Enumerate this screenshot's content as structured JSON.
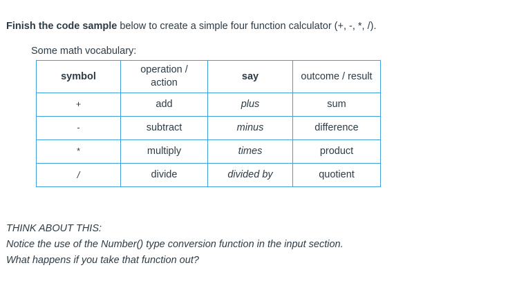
{
  "intro": {
    "bold_part": "Finish the code sample",
    "rest": " below to create a simple four function calculator (+, -, *, /)."
  },
  "vocab_label": "Some math vocabulary:",
  "table": {
    "headers": [
      {
        "text": "symbol",
        "bold": true
      },
      {
        "line1": "operation /",
        "line2": "action",
        "bold": false
      },
      {
        "text": "say",
        "bold": true
      },
      {
        "text": "outcome / result",
        "bold": false
      }
    ],
    "rows": [
      {
        "symbol": "+",
        "operation": "add",
        "say": "plus",
        "outcome": "sum"
      },
      {
        "symbol": "-",
        "operation": "subtract",
        "say": "minus",
        "outcome": "difference"
      },
      {
        "symbol": "*",
        "operation": "multiply",
        "say": "times",
        "outcome": "product"
      },
      {
        "symbol": "/",
        "operation": "divide",
        "say": "divided by",
        "outcome": "quotient"
      }
    ]
  },
  "think_about": {
    "heading": "THINK ABOUT THIS:",
    "line1": "Notice the use of the Number() type conversion function in the input section.",
    "line2": "What happens if you take that function out?"
  },
  "colors": {
    "text": "#2d3b45",
    "table_border": "#3ba0dd",
    "background": "#ffffff"
  }
}
